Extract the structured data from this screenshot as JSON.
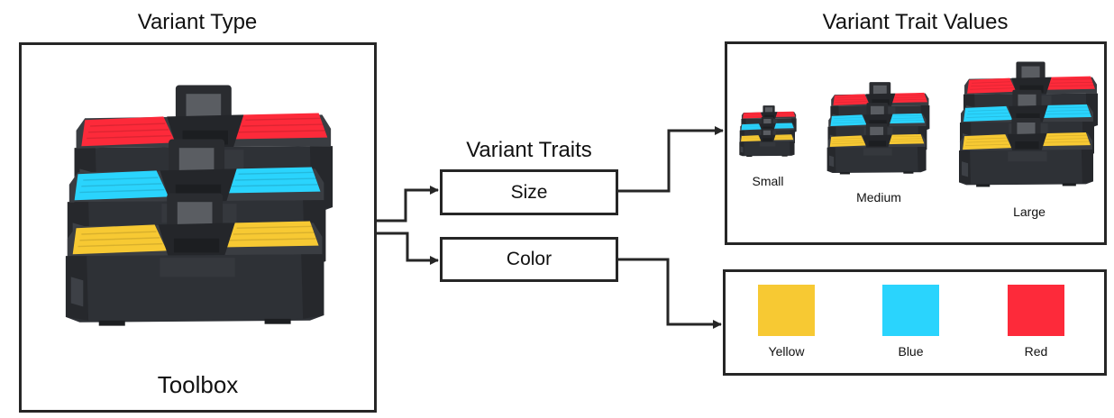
{
  "variant_type": {
    "heading": "Variant Type",
    "name": "Toolbox",
    "stack_colors": [
      "#FD2A3A",
      "#2AD4FD",
      "#F7C933"
    ]
  },
  "variant_traits": {
    "heading": "Variant Traits",
    "traits": [
      {
        "label": "Size"
      },
      {
        "label": "Color"
      }
    ]
  },
  "variant_trait_values": {
    "heading": "Variant Trait Values",
    "sizes": [
      {
        "label": "Small"
      },
      {
        "label": "Medium"
      },
      {
        "label": "Large"
      }
    ],
    "colors": [
      {
        "label": "Yellow",
        "hex": "#F7C933"
      },
      {
        "label": "Blue",
        "hex": "#2AD4FD"
      },
      {
        "label": "Red",
        "hex": "#FD2A3A"
      }
    ]
  },
  "styles": {
    "line_color": "#262626",
    "body_color": "#2E3136"
  }
}
